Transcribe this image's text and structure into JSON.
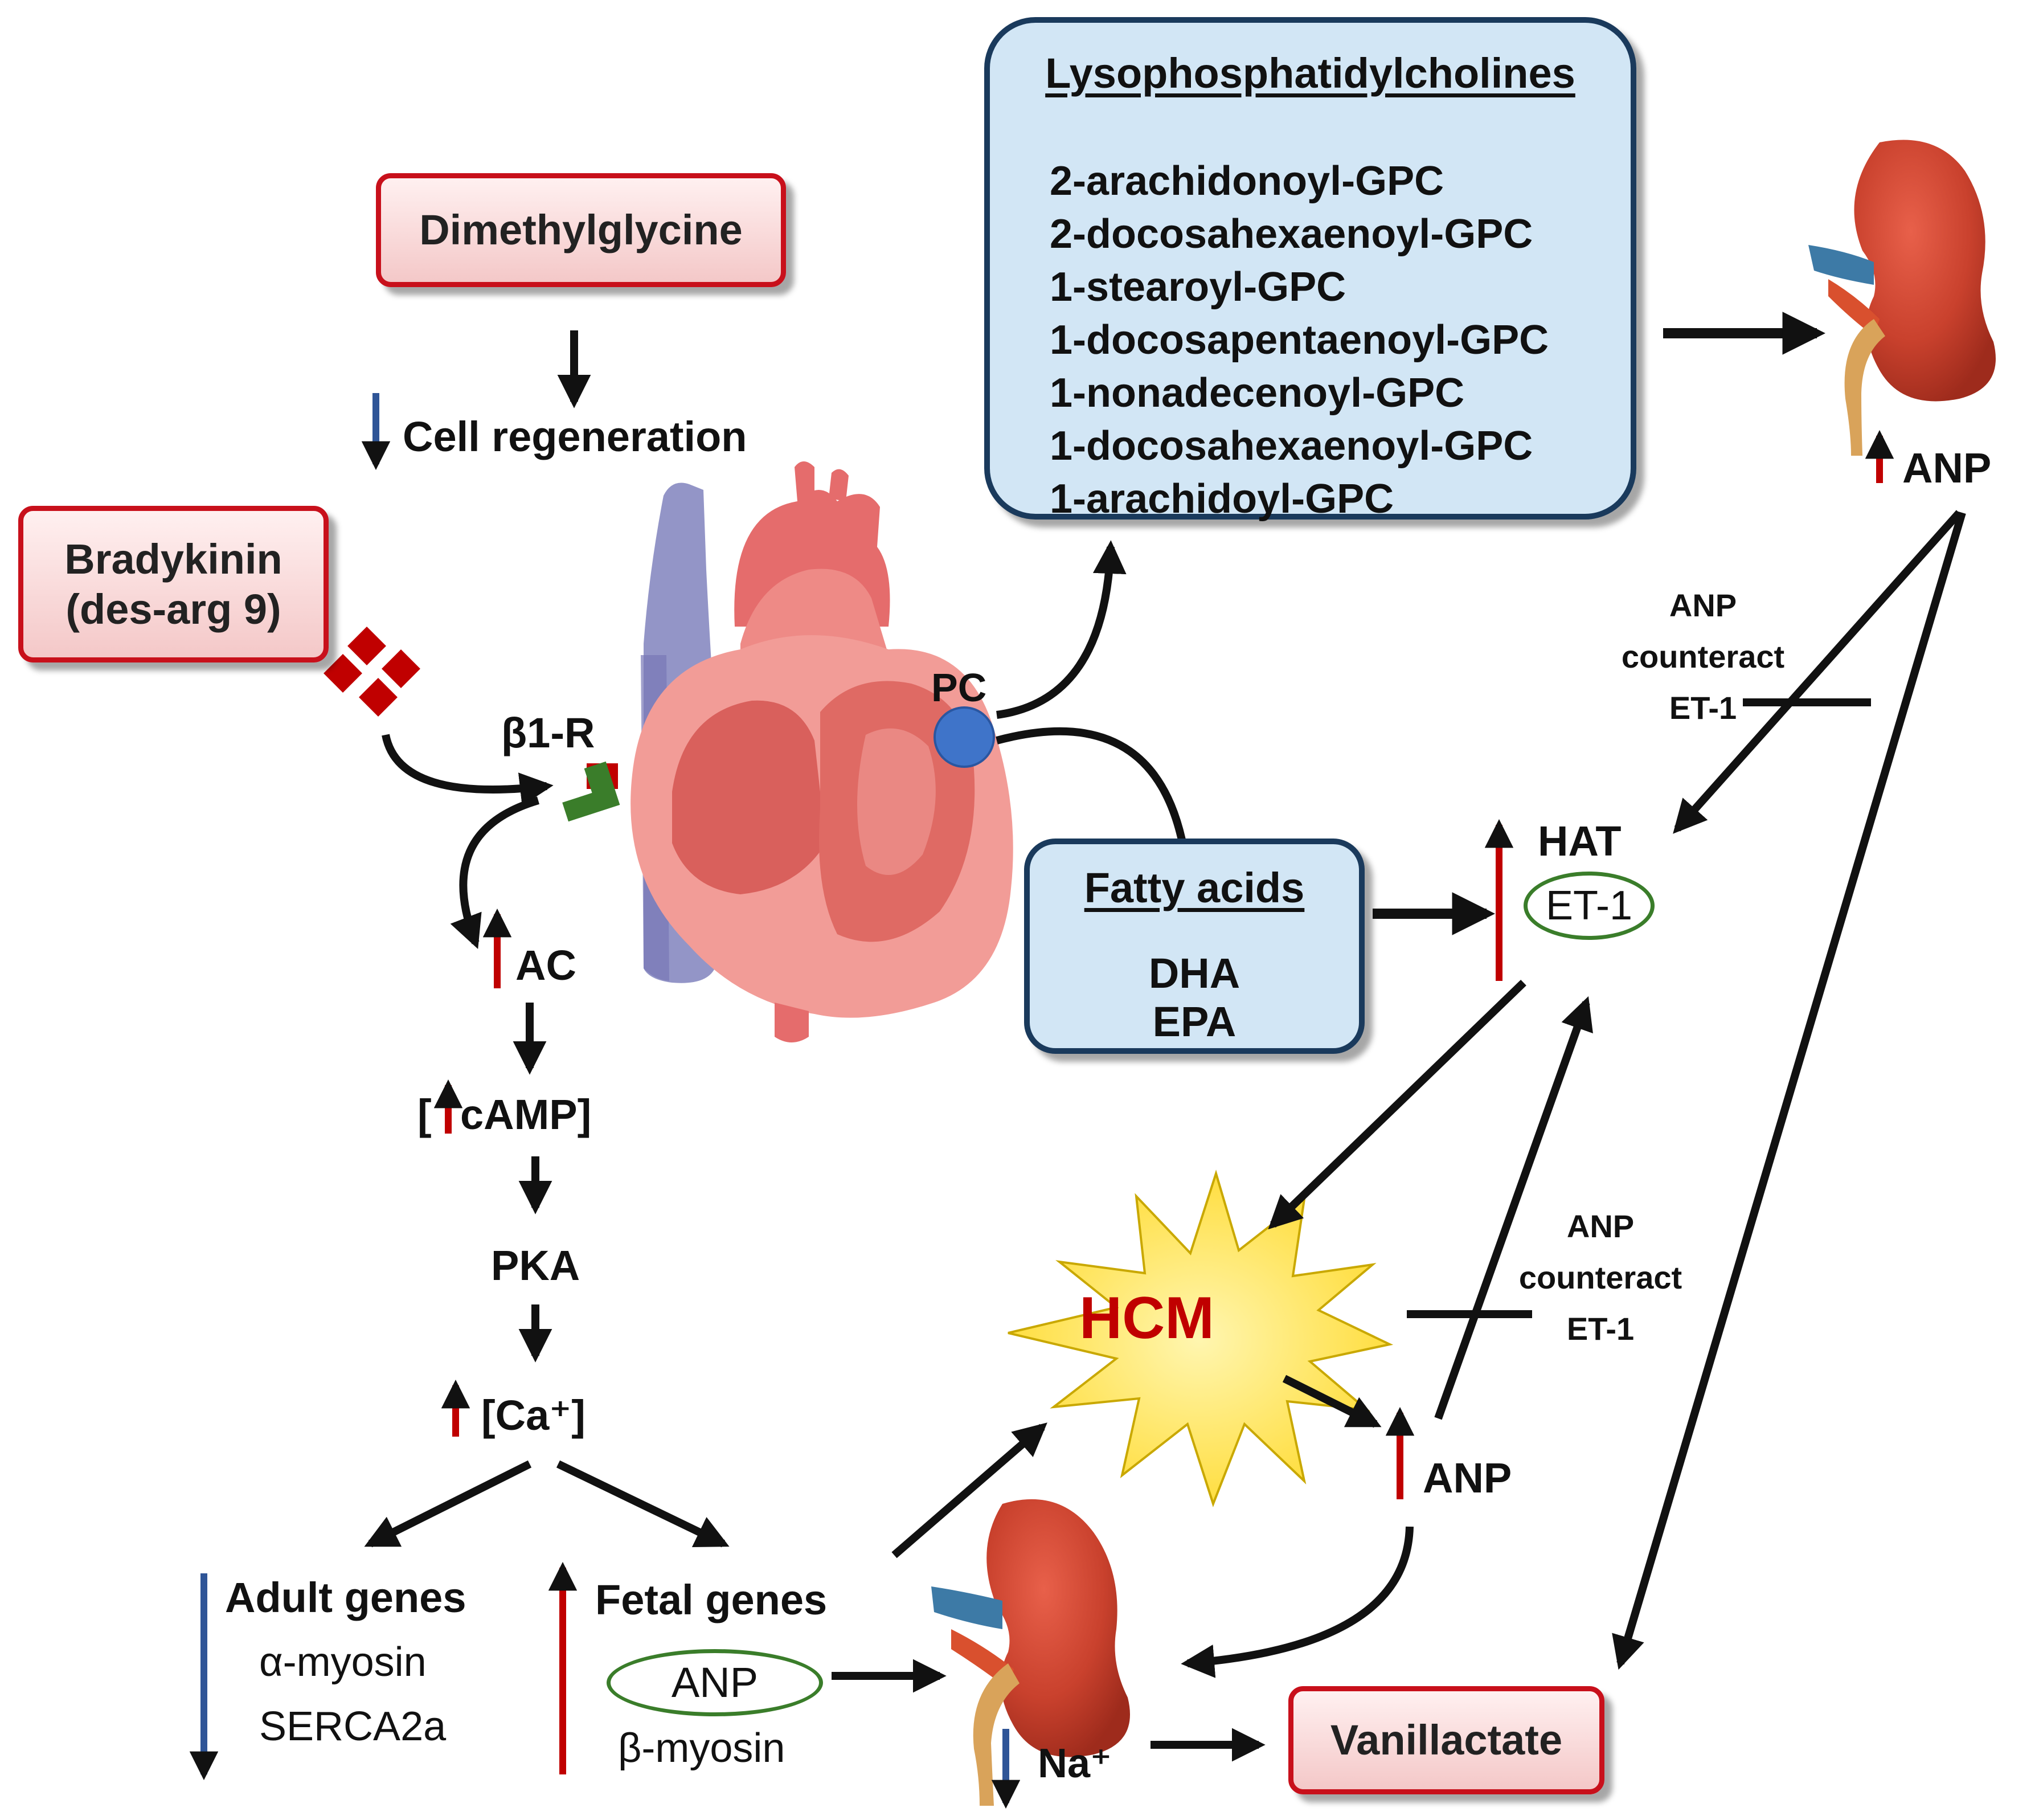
{
  "dimethylglycine": "Dimethylglycine",
  "cell_regeneration": "Cell regeneration",
  "bradykinin": [
    "Bradykinin",
    "(des-arg 9)"
  ],
  "beta1_receptor": "β1-R",
  "ac": "AC",
  "camp_open": "[",
  "camp_text": "cAMP]",
  "pka": "PKA",
  "calcium": "[Ca⁺]",
  "adult_genes": {
    "title": "Adult genes",
    "items": [
      "α-myosin",
      "SERCA2a"
    ]
  },
  "fetal_genes": {
    "title": "Fetal genes",
    "anp": "ANP",
    "beta_myosin": "β-myosin"
  },
  "pc": "PC",
  "lysophosphatidylcholines": {
    "title": "Lysophosphatidylcholines",
    "items": [
      "2-arachidonoyl-GPC",
      "2-docosahexaenoyl-GPC",
      "1-stearoyl-GPC",
      "1-docosapentaenoyl-GPC",
      "1-nonadecenoyl-GPC",
      "1-docosahexaenoyl-GPC",
      "1-arachidoyl-GPC"
    ]
  },
  "fatty_acids": {
    "title": "Fatty acids",
    "items": [
      "DHA",
      "EPA"
    ]
  },
  "anp_top": "ANP",
  "anp_counteract_top": [
    "ANP",
    "counteract",
    "ET-1"
  ],
  "hat": "HAT",
  "et1": "ET-1",
  "hcm": "HCM",
  "anp_middle": "ANP",
  "anp_counteract_middle": [
    "ANP",
    "counteract",
    "ET-1"
  ],
  "sodium": "Na⁺",
  "vanillactate": "Vanillactate",
  "colors": {
    "up_arrow": "#c00000",
    "down_arrow": "#2f5597",
    "red_box_border": "#c8101b",
    "blue_box_border": "#1a3a5c",
    "blue_box_fill": "#d2e6f5",
    "oval_border": "#3a7d2a",
    "hcm_text": "#c00000",
    "hcm_burst": "#ffe84a"
  }
}
